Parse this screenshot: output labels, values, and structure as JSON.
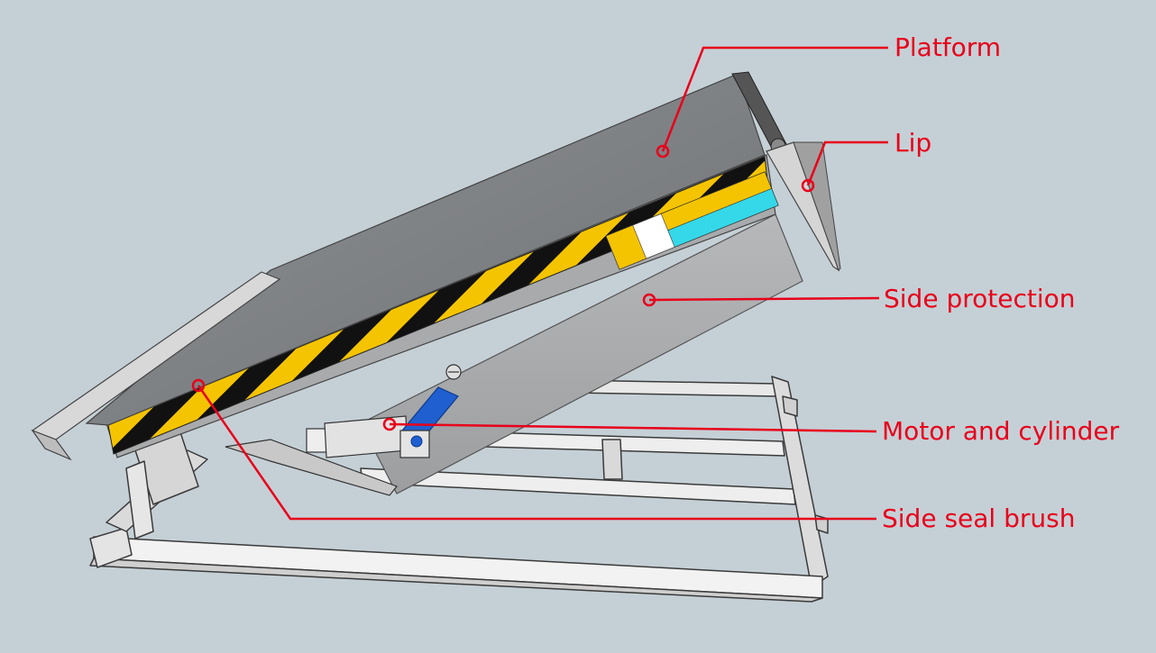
{
  "diagram": {
    "labels": [
      {
        "id": "platform",
        "text": "Platform"
      },
      {
        "id": "lip",
        "text": "Lip"
      },
      {
        "id": "side_protection",
        "text": "Side protection"
      },
      {
        "id": "motor_cylinder",
        "text": "Motor and cylinder"
      },
      {
        "id": "side_seal_brush",
        "text": "Side seal brush"
      }
    ]
  },
  "colors": {
    "background": "#c5d0d6",
    "callout": "#e8001a",
    "hazard_yellow": "#f5c400",
    "hazard_black": "#111111",
    "cylinder": "#1f5fd0"
  }
}
